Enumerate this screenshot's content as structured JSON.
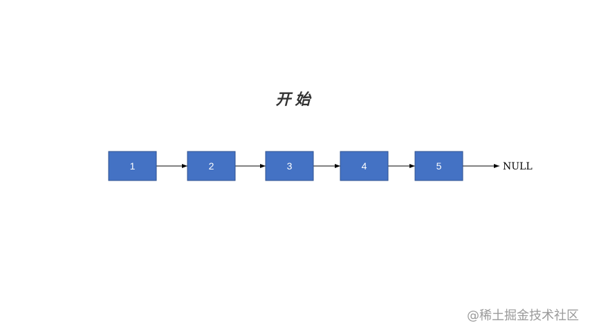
{
  "title": "开始",
  "nodes": [
    {
      "label": "1"
    },
    {
      "label": "2"
    },
    {
      "label": "3"
    },
    {
      "label": "4"
    },
    {
      "label": "5"
    }
  ],
  "terminal_label": "NULL",
  "watermark": "@稀土掘金技术社区",
  "colors": {
    "node_fill": "#4472c4",
    "node_stroke": "#2f528f",
    "node_text": "#ffffff",
    "arrow": "#000000"
  }
}
